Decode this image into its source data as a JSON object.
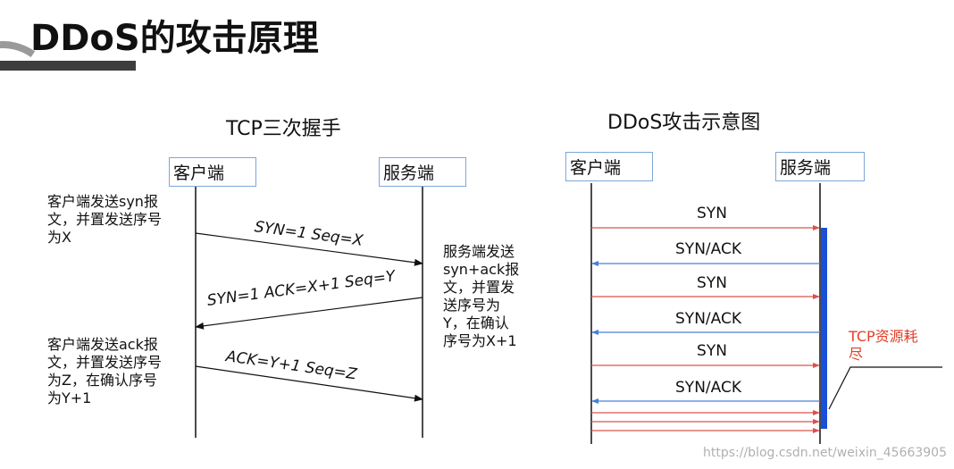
{
  "page_title": "DDoS的攻击原理",
  "handshake": {
    "title": "TCP三次握手",
    "client_label": "客户端",
    "server_label": "服务端",
    "client_note_1": [
      "客户端发送syn报",
      "文，并置发送序号",
      "为X"
    ],
    "msg_1": "SYN=1 Seq=X",
    "server_note": [
      "服务端发送",
      "syn+ack报",
      "文，并置发",
      "送序号为",
      "Y，在确认",
      "序号为X+1"
    ],
    "msg_2": "SYN=1 ACK=X+1 Seq=Y",
    "client_note_2": [
      "客户端发送ack报",
      "文，并置发送序号",
      "为Z，在确认序号",
      "为Y+1"
    ],
    "msg_3": "ACK=Y+1  Seq=Z"
  },
  "ddos": {
    "title": "DDoS攻击示意图",
    "client_label": "客户端",
    "server_label": "服务端",
    "messages": [
      "SYN",
      "SYN/ACK",
      "SYN",
      "SYN/ACK",
      "SYN",
      "SYN/ACK"
    ],
    "exhaust_label": [
      "TCP资源耗",
      "尽"
    ],
    "colors": {
      "syn_arrow": "#d9534f",
      "ack_arrow": "#4a7fd6",
      "server_bar": "#1a4fd8",
      "exhaust_text": "#e0402a"
    }
  },
  "watermark": "https://blog.csdn.net/weixin_45663905"
}
